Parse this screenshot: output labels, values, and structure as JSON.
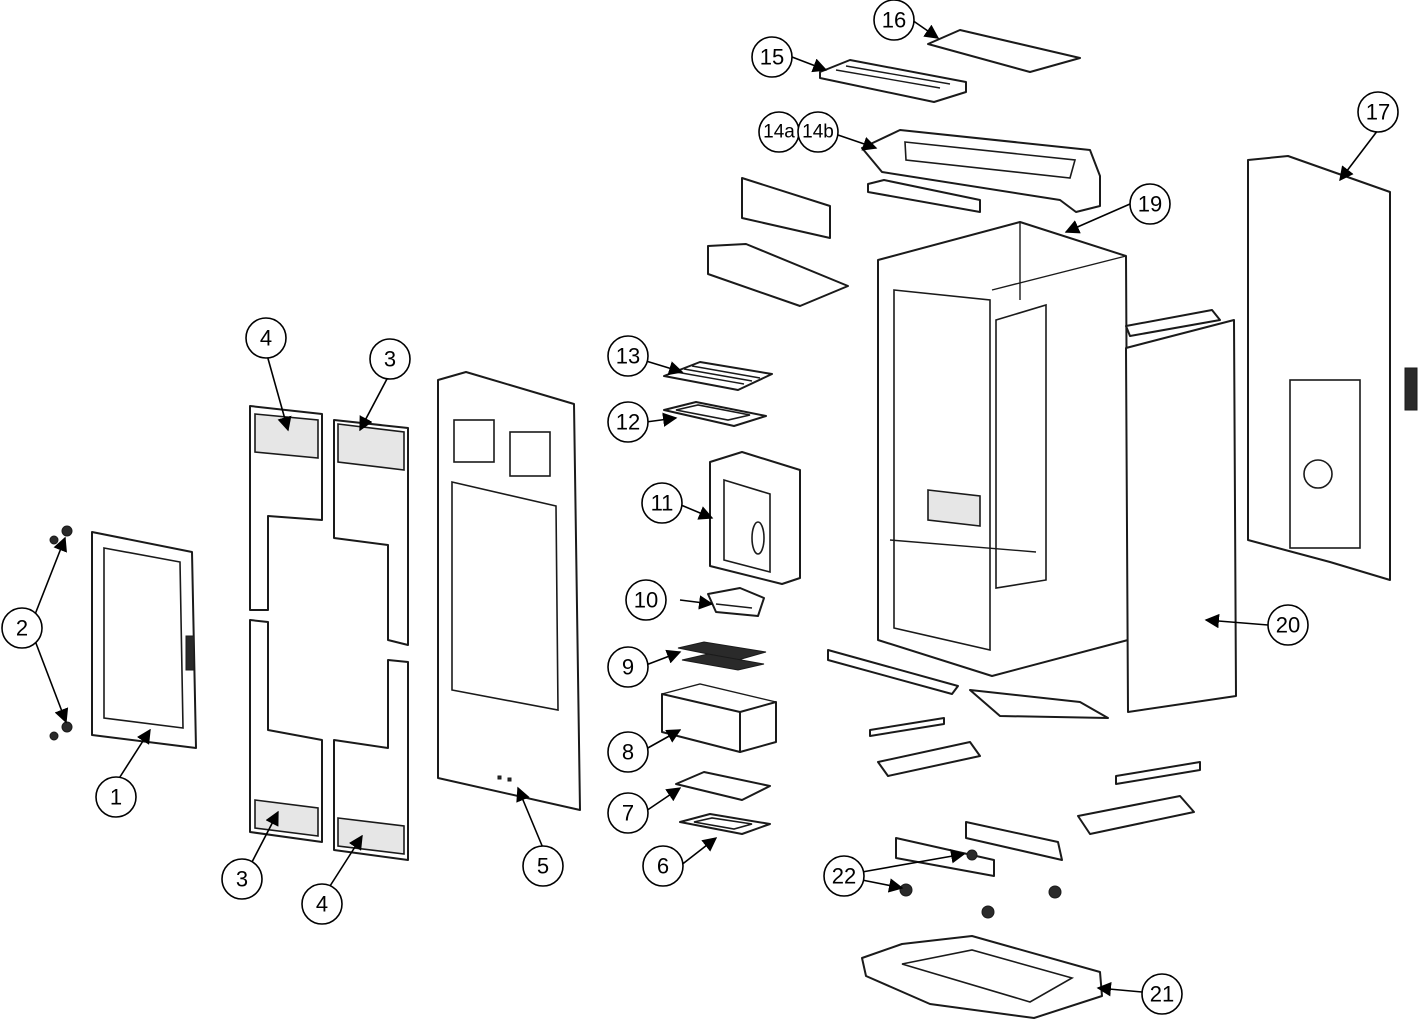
{
  "callouts": {
    "c1": "1",
    "c2": "2",
    "c3a": "3",
    "c3b": "3",
    "c4a": "4",
    "c4b": "4",
    "c5": "5",
    "c6": "6",
    "c7": "7",
    "c8": "8",
    "c9": "9",
    "c10": "10",
    "c11": "11",
    "c12": "12",
    "c13": "13",
    "c14a": "14a",
    "c14b": "14b",
    "c15": "15",
    "c16": "16",
    "c17": "17",
    "c19": "19",
    "c20": "20",
    "c21": "21",
    "c22": "22"
  }
}
